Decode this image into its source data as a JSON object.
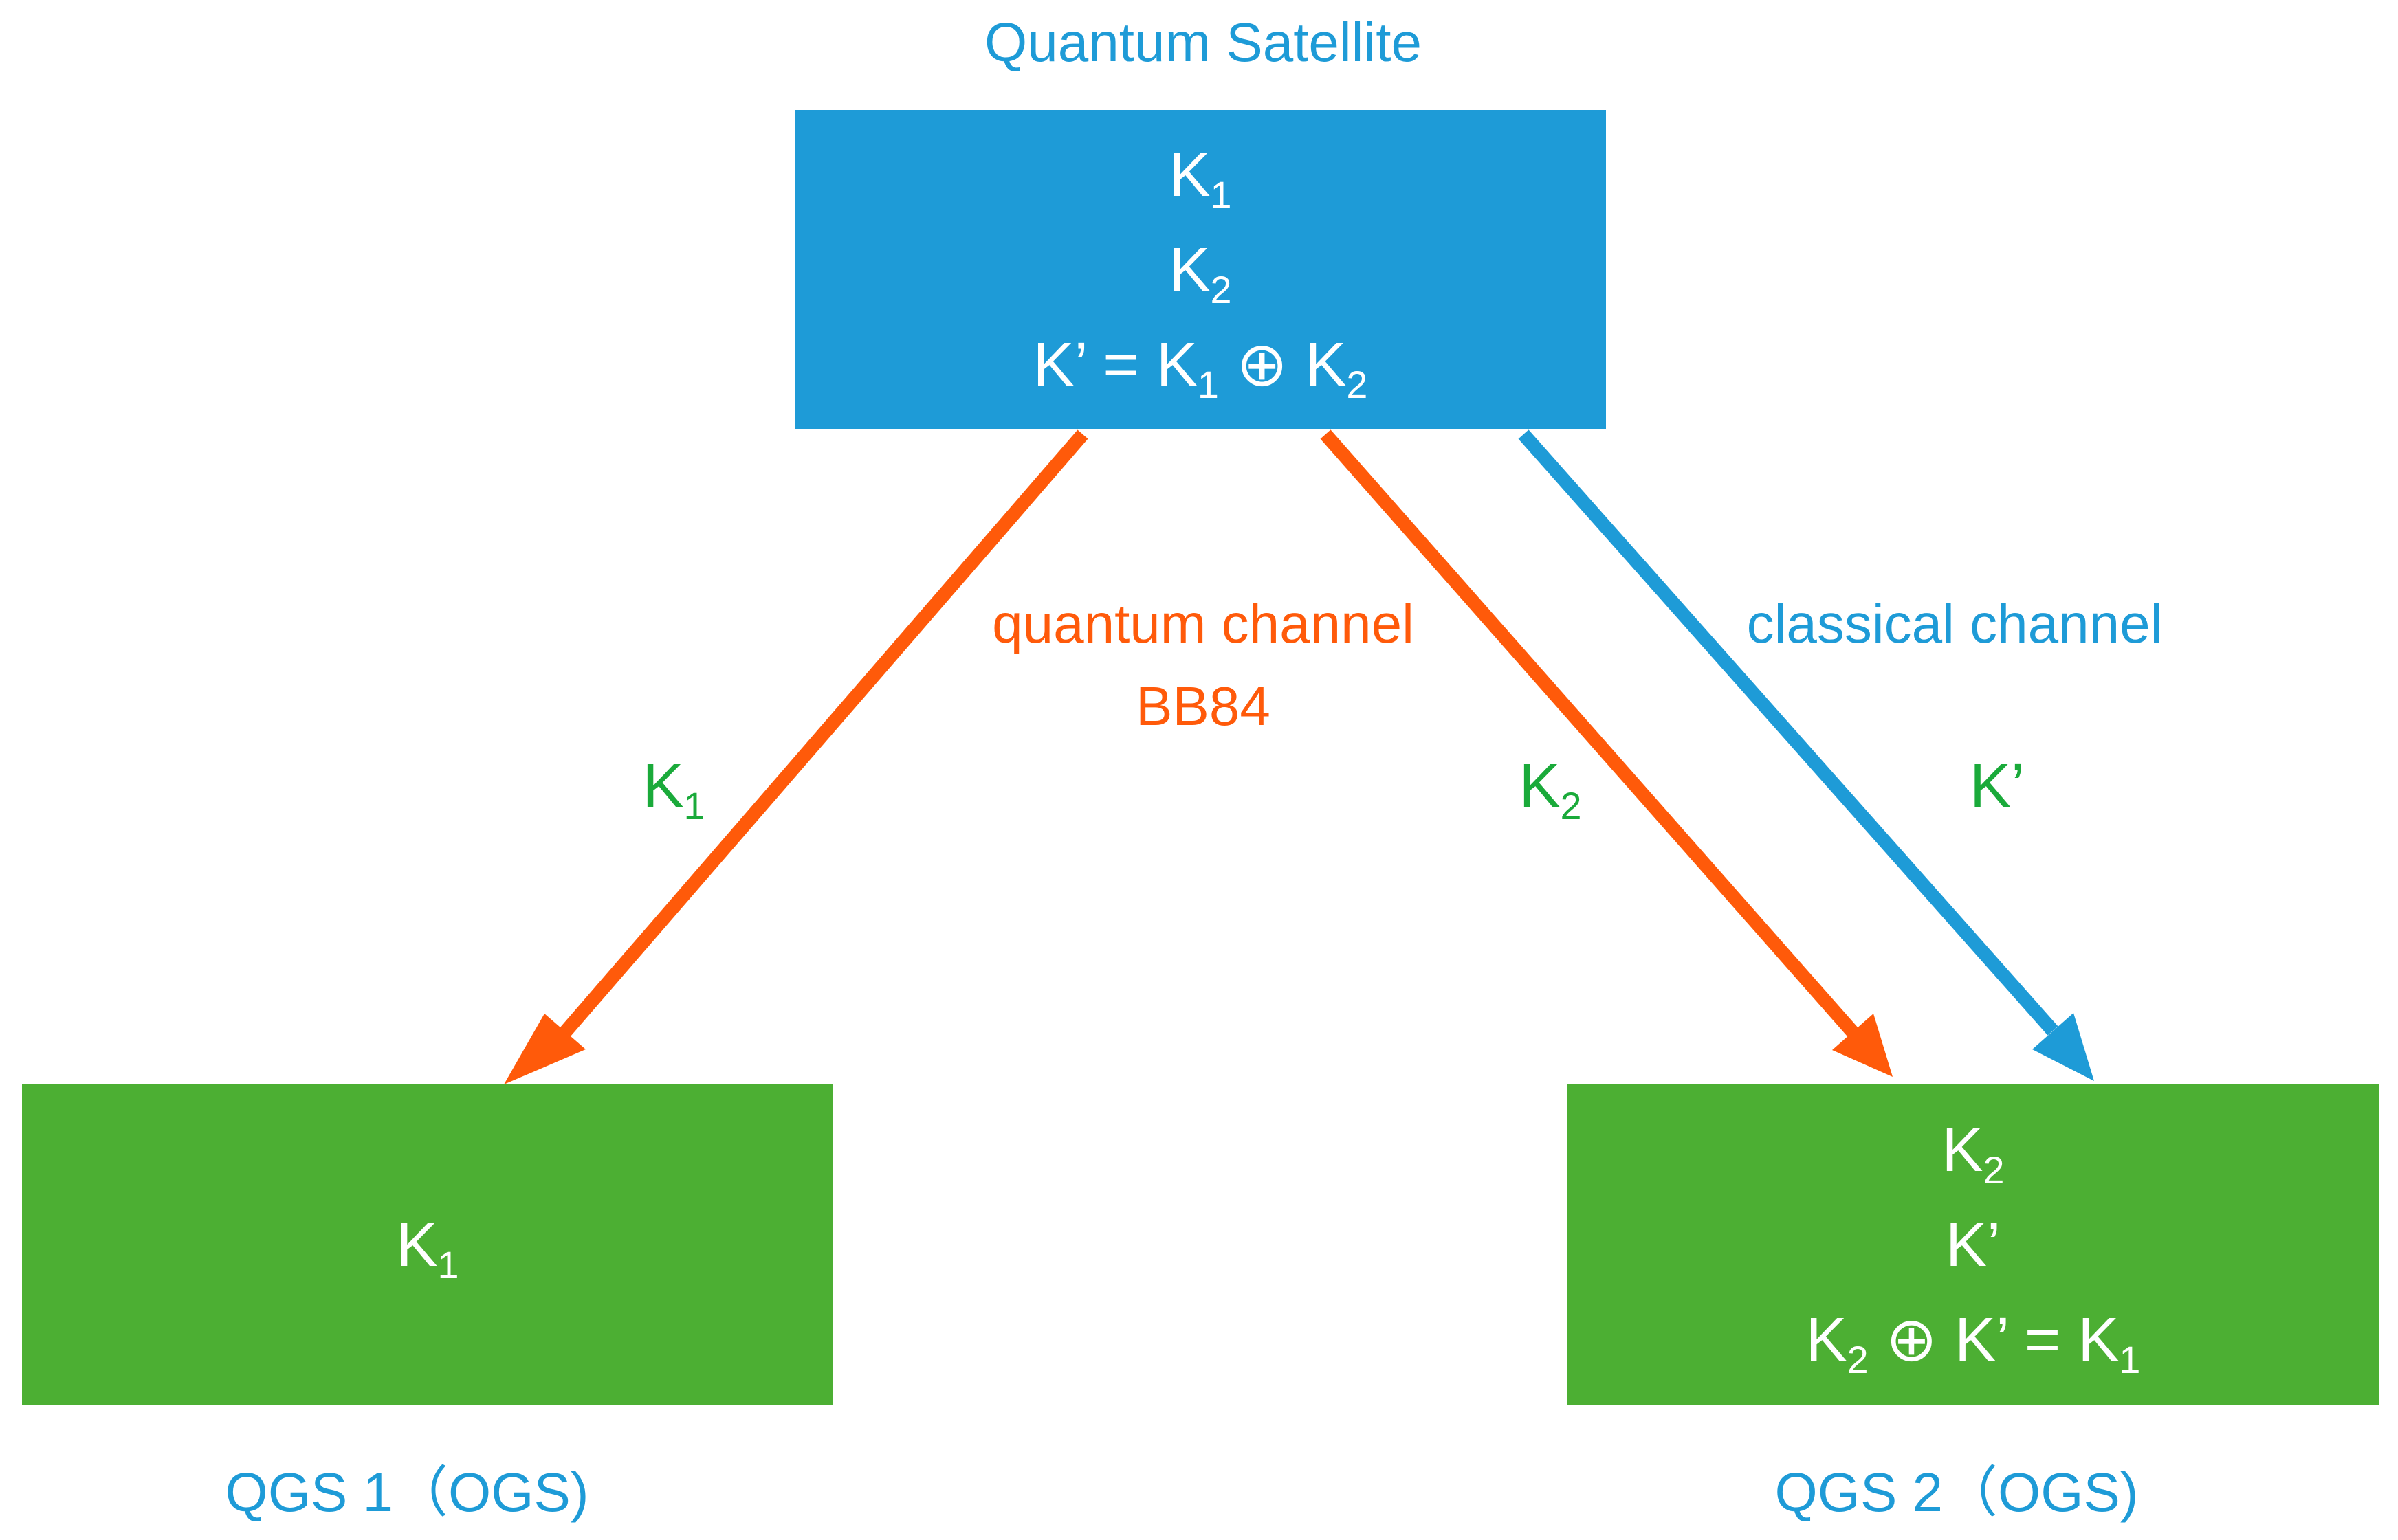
{
  "colors": {
    "satellite_blue": "#1E9BD7",
    "ground_green": "#4CAF33",
    "quantum_orange": "#FF5A0A",
    "key_green": "#1AAA3A",
    "white": "#FFFFFF"
  },
  "satellite": {
    "caption": "Quantum Satellite",
    "key1": {
      "base": "K",
      "sub": "1"
    },
    "key2": {
      "base": "K",
      "sub": "2"
    },
    "combined": {
      "lhs": "K’ = K",
      "sub1": "1",
      "op": " ⊕ K",
      "sub2": "2"
    }
  },
  "ground1": {
    "caption": "QGS 1（OGS)",
    "key": {
      "base": "K",
      "sub": "1"
    }
  },
  "ground2": {
    "caption": "QGS 2（OGS)",
    "key2": {
      "base": "K",
      "sub": "2"
    },
    "kprime": "K’",
    "recover": {
      "k": "K",
      "sub2": "2",
      "mid": " ⊕ K’ = K",
      "sub1": "1"
    }
  },
  "channels": {
    "quantum_label": "quantum channel",
    "quantum_protocol": "BB84",
    "classical_label": "classical channel",
    "left_arrow_key": {
      "base": "K",
      "sub": "1"
    },
    "middle_arrow_key": {
      "base": "K",
      "sub": "2"
    },
    "classical_arrow_key": "K’"
  }
}
